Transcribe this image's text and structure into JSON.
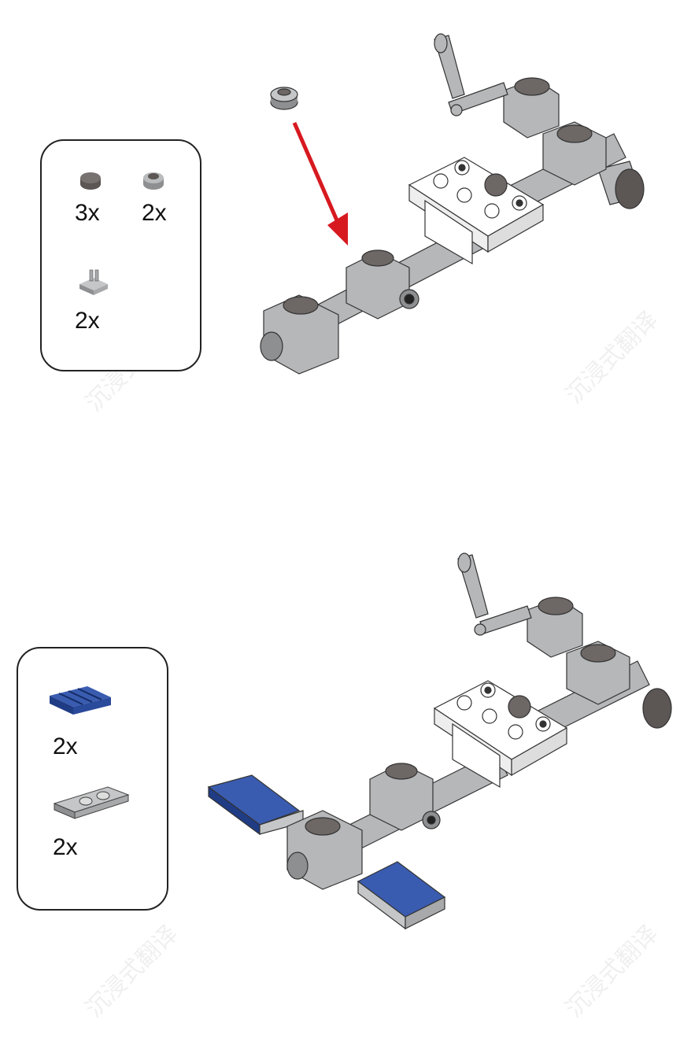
{
  "step1": {
    "parts": [
      {
        "icon": "round-tile-dark-gray",
        "quantity": "3x"
      },
      {
        "icon": "round-plate-with-stud-gray",
        "quantity": "2x"
      },
      {
        "icon": "plate-with-clip-gray",
        "quantity": "2x"
      }
    ]
  },
  "step2": {
    "parts": [
      {
        "icon": "grille-tile-blue",
        "quantity": "2x"
      },
      {
        "icon": "plate-1x2-hinge-gray",
        "quantity": "2x"
      }
    ]
  },
  "watermark": "沉浸式翻译",
  "colors": {
    "arrow": "#d71920",
    "gray": "#a7a9ab",
    "dark_stud": "#6d6765",
    "blue": "#2a4a9c",
    "white": "#ffffff"
  }
}
